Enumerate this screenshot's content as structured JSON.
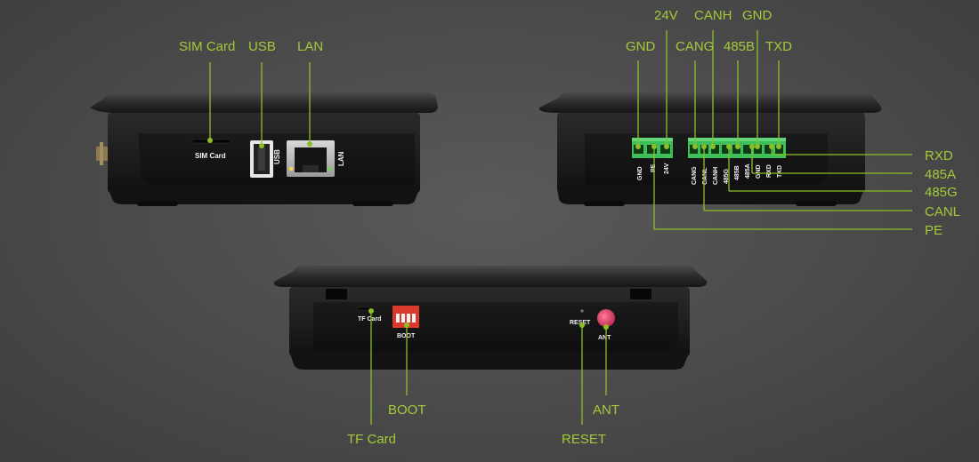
{
  "front_panel": {
    "callouts": {
      "sim": "SIM Card",
      "usb": "USB",
      "lan": "LAN"
    },
    "printed": {
      "sim": "SIM Card",
      "usb": "USB",
      "lan": "LAN"
    }
  },
  "terminal_panel": {
    "top_callouts": {
      "v24": "24V",
      "canh": "CANH",
      "gnd_top": "GND",
      "gnd": "GND",
      "cang": "CANG",
      "b485": "485B",
      "txd": "TXD"
    },
    "right_callouts": {
      "rxd": "RXD",
      "a485": "485A",
      "g485": "485G",
      "canl": "CANL",
      "pe": "PE"
    },
    "printed": {
      "gnd": "GND",
      "pe": "PE",
      "v24": "24V",
      "cang": "CANG",
      "canl": "CANL",
      "canh": "CANH",
      "g485": "485G",
      "b485": "485B",
      "a485": "485A",
      "gnd2": "GND",
      "rxd": "RXD",
      "txd": "TXD"
    }
  },
  "back_panel": {
    "callouts": {
      "tf": "TF Card",
      "boot": "BOOT",
      "reset": "RESET",
      "ant": "ANT"
    },
    "printed": {
      "tf": "TF Card",
      "boot": "BOOT",
      "reset": "RESET",
      "ant": "ANT"
    }
  },
  "colors": {
    "callout_text": "#a3c93a",
    "leader_line": "#8cbf26",
    "terminal_block": "#3fbf5a",
    "antenna_cap": "#e0436a",
    "boot_switch": "#d93a2b",
    "background": "#4a4a4a"
  }
}
